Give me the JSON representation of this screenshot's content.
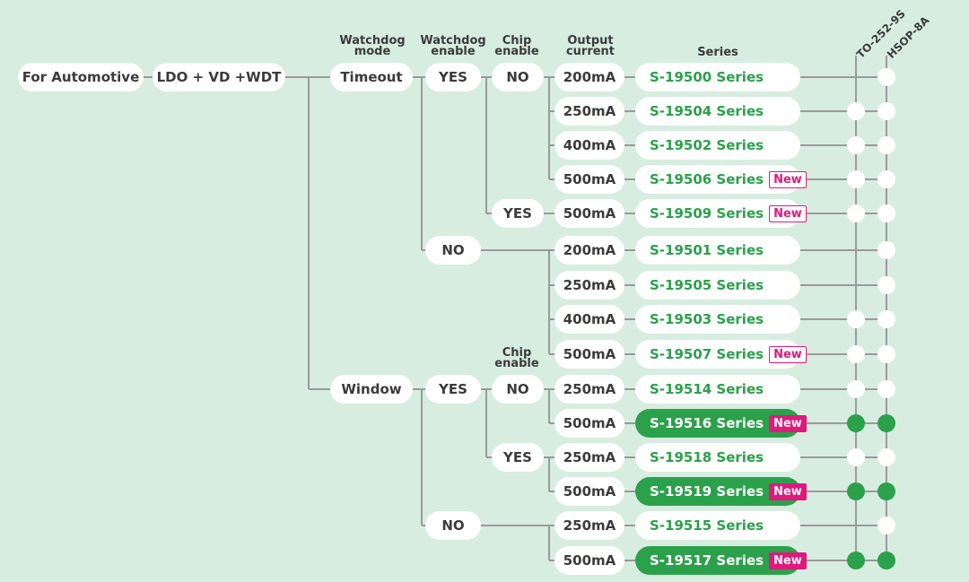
{
  "roots": {
    "automotive": "For Automotive",
    "type": "LDO + VD +WDT"
  },
  "headers": {
    "watchdog_mode": [
      "Watchdog",
      "mode"
    ],
    "watchdog_enable": [
      "Watchdog",
      "enable"
    ],
    "chip_enable": [
      "Chip",
      "enable"
    ],
    "output_current": [
      "Output",
      "current"
    ],
    "series": "Series",
    "chip_enable_lower": [
      "Chip",
      "enable"
    ]
  },
  "packages": [
    "TO-252-9S",
    "HSOP-8A"
  ],
  "modes": [
    "Timeout",
    "Window"
  ],
  "switches": {
    "wd_yes_timeout": "YES",
    "wd_no_timeout": "NO",
    "ce_no_1": "NO",
    "ce_yes_1": "YES",
    "wd_yes_window": "YES",
    "ce_no_2": "NO",
    "ce_yes_2": "YES",
    "wd_no_window": "NO"
  },
  "new_label": "New",
  "rows": [
    {
      "current": "200mA",
      "series": "S-19500 Series",
      "new": false,
      "highlight": false,
      "to252": false,
      "hsop": true
    },
    {
      "current": "250mA",
      "series": "S-19504 Series",
      "new": false,
      "highlight": false,
      "to252": true,
      "hsop": true
    },
    {
      "current": "400mA",
      "series": "S-19502 Series",
      "new": false,
      "highlight": false,
      "to252": true,
      "hsop": true
    },
    {
      "current": "500mA",
      "series": "S-19506 Series",
      "new": true,
      "highlight": false,
      "to252": true,
      "hsop": true
    },
    {
      "current": "500mA",
      "series": "S-19509 Series",
      "new": true,
      "highlight": false,
      "to252": true,
      "hsop": true
    },
    {
      "current": "200mA",
      "series": "S-19501 Series",
      "new": false,
      "highlight": false,
      "to252": false,
      "hsop": true
    },
    {
      "current": "250mA",
      "series": "S-19505 Series",
      "new": false,
      "highlight": false,
      "to252": false,
      "hsop": true
    },
    {
      "current": "400mA",
      "series": "S-19503 Series",
      "new": false,
      "highlight": false,
      "to252": true,
      "hsop": true
    },
    {
      "current": "500mA",
      "series": "S-19507 Series",
      "new": true,
      "highlight": false,
      "to252": true,
      "hsop": true
    },
    {
      "current": "250mA",
      "series": "S-19514 Series",
      "new": false,
      "highlight": false,
      "to252": true,
      "hsop": true
    },
    {
      "current": "500mA",
      "series": "S-19516 Series",
      "new": true,
      "highlight": true,
      "to252": true,
      "hsop": true
    },
    {
      "current": "250mA",
      "series": "S-19518 Series",
      "new": false,
      "highlight": false,
      "to252": true,
      "hsop": true
    },
    {
      "current": "500mA",
      "series": "S-19519 Series",
      "new": true,
      "highlight": true,
      "to252": true,
      "hsop": true
    },
    {
      "current": "250mA",
      "series": "S-19515 Series",
      "new": false,
      "highlight": false,
      "to252": false,
      "hsop": true
    },
    {
      "current": "500mA",
      "series": "S-19517 Series",
      "new": true,
      "highlight": true,
      "to252": true,
      "hsop": true
    }
  ],
  "colors": {
    "green": "#2aa14a",
    "magenta": "#e0197d",
    "line": "#9a9a9a",
    "background": "#d7ede0"
  }
}
